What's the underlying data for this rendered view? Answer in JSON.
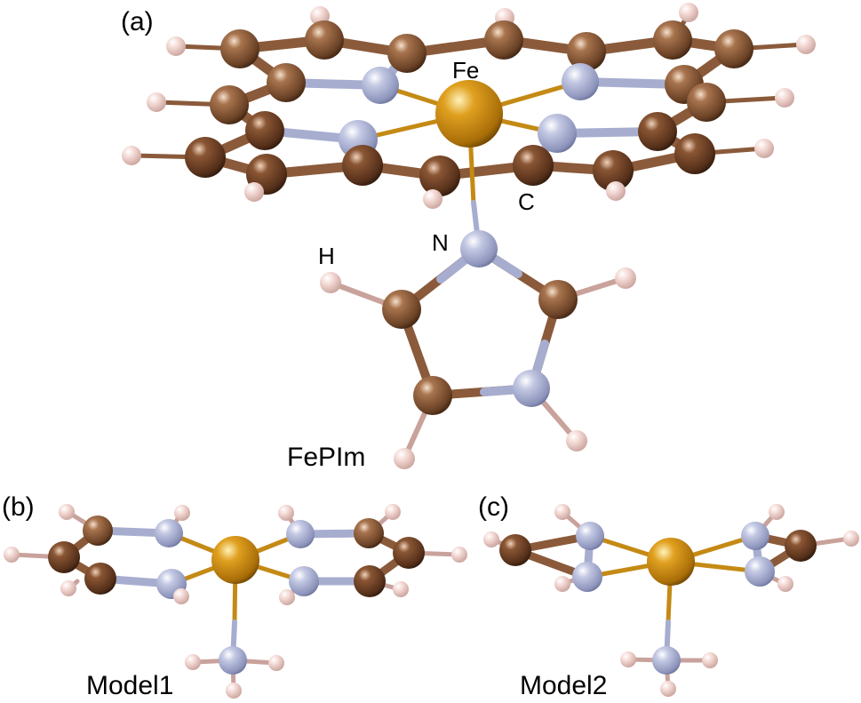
{
  "colors": {
    "carbon": "#8a5a3a",
    "carbon_front": "#6b3d22",
    "nitrogen": "#a7adcf",
    "iron": "#c98a14",
    "hydrogen": "#efcdc8",
    "bond_fe": "#c48a14",
    "background": "#ffffff"
  },
  "panels": {
    "a": {
      "label": "(a)",
      "atom_labels": {
        "fe": "Fe",
        "c": "C",
        "n": "N",
        "h": "H"
      },
      "caption": "FePIm"
    },
    "b": {
      "label": "(b)",
      "caption": "Model1"
    },
    "c": {
      "label": "(c)",
      "caption": "Model2"
    }
  }
}
